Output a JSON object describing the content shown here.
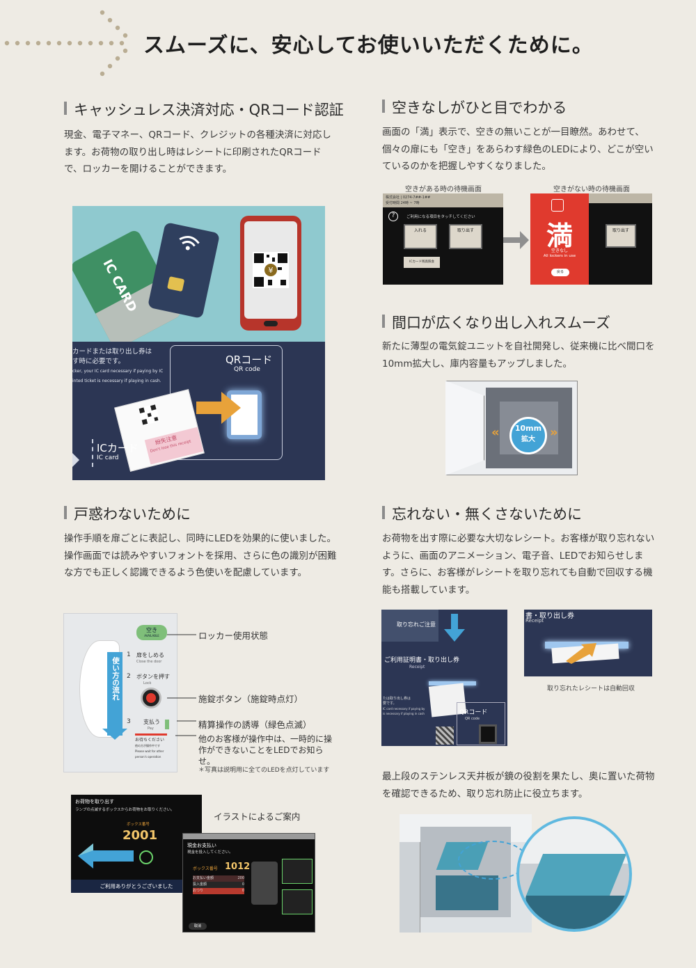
{
  "main_title": "スムーズに、安心してお使いいただくために。",
  "sections": {
    "cashless": {
      "title": "キャッシュレス決済対応・QRコード認証",
      "body": "現金、電子マネー、QRコード、クレジットの各種決済に対応します。お荷物の取り出し時はレシートに印刷されたQRコードで、ロッカーを開けることができます。"
    },
    "availability": {
      "title": "空きなしがひと目でわかる",
      "body": "画面の「満」表示で、空きの無いことが一目瞭然。あわせて、個々の扉にも「空き」をあらわす緑色のLEDにより、どこが空いているのかを把握しやすくなりました。",
      "caption_available": "空きがある時の待機画面",
      "caption_full": "空きがない時の待機画面"
    },
    "opening": {
      "title": "間口が広くなり出し入れスムーズ",
      "body": "新たに薄型の電気錠ユニットを自社開発し、従来機に比べ間口を10mm拡大し、庫内容量もアップしました。",
      "badge_top": "10mm",
      "badge_bottom": "拡大"
    },
    "guidance": {
      "title": "戸惑わないために",
      "body": "操作手順を扉ごとに表記し、同時にLEDを効果的に使いました。操作画面では読みやすいフォントを採用、さらに色の識別が困難な方でも正しく認識できるよう色使いを配慮しています。",
      "callout_status": "ロッカー使用状態",
      "callout_lock": "施錠ボタン（施錠時点灯）",
      "callout_pay": "精算操作の誘導（緑色点滅）",
      "callout_busy": "他のお客様が操作中は、一時的に操作ができないことをLEDでお知らせ。",
      "note": "＊写真は説明用に全てのLEDを点灯しています",
      "illustration_label": "イラストによるご案内"
    },
    "forget": {
      "title": "忘れない・無くさないために",
      "body": "お荷物を出す際に必要な大切なレシート。お客様が取り忘れないように、画面のアニメーション、電子音、LEDでお知らせします。さらに、お客様がレシートを取り忘れても自動で回収する機能も搭載しています。",
      "caption_receipt": "取り忘れたレシートは自動回収",
      "body2": "最上段のステンレス天井板が鏡の役割を果たし、奥に置いた荷物を確認できるため、取り忘れ防止に役立ちます。"
    }
  },
  "photo_cashless": {
    "ic_card": "IC CARD",
    "qr_label": "QRコード",
    "qr_label_en": "QR code",
    "ic_label": "ICカード",
    "ic_label_en": "IC card",
    "panel_text_1": "カードまたは取り出し券は",
    "panel_text_2": "す時に必要です。",
    "panel_text_3": "cker, your IC card necessary if paying by IC",
    "panel_text_4": "inted ticket is necessary if playing in cash.",
    "receipt_warning": "紛失注意",
    "receipt_warning_en": "Don't lose this receipt"
  },
  "screen_available": {
    "header1": "株式会社 | 0274-7##-1##",
    "header2": "受付時間 24時 ~ 7時",
    "prompt": "ご利用になる項目をタッチしてください",
    "btn_in": "入れる",
    "btn_out": "取り出す",
    "btn_ic": "ICカード残高照会"
  },
  "screen_full": {
    "kanji": "満",
    "jp": "空きなし",
    "en": "All lockers in use",
    "btn_out": "取り出す",
    "btn_back": "戻る"
  },
  "door_panel": {
    "status_jp": "空き",
    "status_en": "AVAILABLE",
    "step1_num": "1",
    "step1_jp": "扉をしめる",
    "step1_en": "Close the door",
    "step2_num": "2",
    "step2_jp": "ボタンを押す",
    "step2_en": "Lock",
    "step3_num": "3",
    "step3_jp": "支払う",
    "step3_en": "Pay",
    "wait_jp1": "お待ちください",
    "wait_jp2": "他の方が操作中です",
    "wait_en1": "Please wait for other",
    "wait_en2": "person's operation",
    "flow_label": "使い方の流れ"
  },
  "screen_takeout": {
    "title": "お荷物を取り出す",
    "sub": "ランプの点滅するボックスからお荷物をお取りください。",
    "box_label": "ボックス番号",
    "box_number": "2001",
    "thanks": "ご利用ありがとうございました"
  },
  "screen_pay": {
    "title": "現金お支払い",
    "sub": "現金を投入してください。",
    "box_label": "ボックス番号",
    "box_number": "1012",
    "row1_label": "お支払い金額",
    "row1_val": "200",
    "row2_label": "投入金額",
    "row2_val": "0",
    "row3_label": "おつり",
    "row3_val": "0",
    "cancel": "取消"
  },
  "receipt_photo": {
    "forget_notice": "取り忘れご注意",
    "receipt_label": "ご利用証明書・取り出し券",
    "receipt_en": "Receipt",
    "qr_label": "QRコード",
    "qr_en": "QR code",
    "ticket_jp": "たは取り出し券は",
    "ticket_jp2": "要です。",
    "ticket_en": "IC card necessary if paying by",
    "ticket_en2": "is necessary if playing in cash",
    "closeup_label": "書・取り出し券",
    "closeup_en": "Receipt"
  },
  "colors": {
    "background": "#eeebe4",
    "dots": "#b9ad93",
    "navy": "#2c3654",
    "orange": "#e8a23a",
    "green": "#7fbf7a",
    "full_red": "#e03a2e",
    "sky": "#7ec7d8",
    "blue_arrow": "#43a3d6"
  }
}
